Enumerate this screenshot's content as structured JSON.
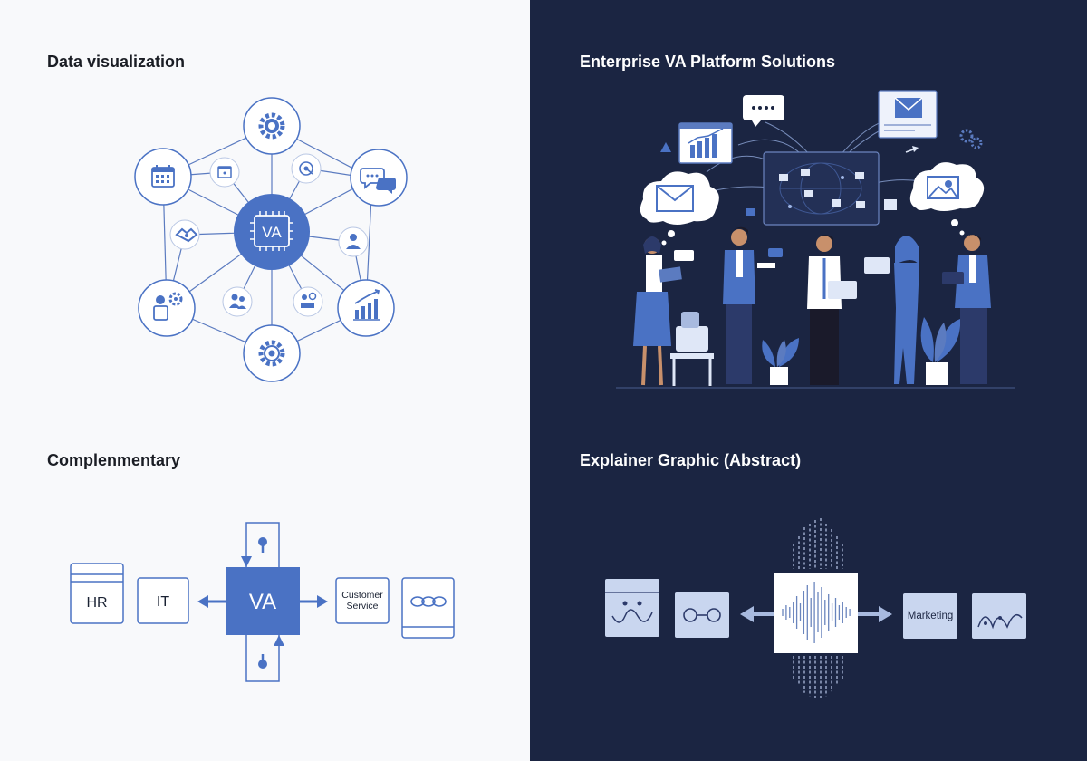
{
  "panels": {
    "top_left": {
      "title": "Data visualization",
      "center_label": "VA",
      "nodes": [
        "gear-icon",
        "chat-icon",
        "chart-icon",
        "gear-icon",
        "person-icon",
        "calendar-icon"
      ]
    },
    "top_right": {
      "title": "Enterprise VA Platform Solutions"
    },
    "bottom_left": {
      "title": "Complenmentary",
      "boxes": {
        "hr": "HR",
        "it": "IT",
        "va": "VA",
        "customer_service_line1": "Customer",
        "customer_service_line2": "Service"
      }
    },
    "bottom_right": {
      "title": "Explainer Graphic (Abstract)",
      "marketing": "Marketing"
    }
  },
  "colors": {
    "accent": "#4a72c4",
    "light_bg": "#f8f9fb",
    "dark_bg": "#1b2542",
    "light_box": "#c9d6ef"
  }
}
